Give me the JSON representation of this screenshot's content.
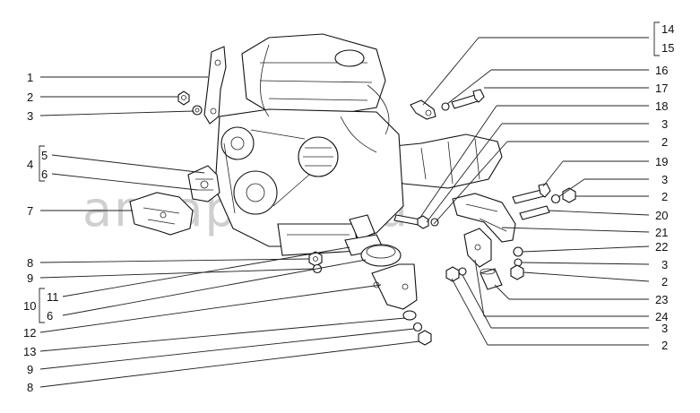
{
  "watermark": "ansaparts.ru",
  "labels_left": [
    "1",
    "2",
    "3",
    "4",
    "5",
    "6",
    "7",
    "8",
    "9",
    "10",
    "11",
    "6",
    "12",
    "13",
    "9",
    "8"
  ],
  "labels_right": [
    "14",
    "15",
    "16",
    "17",
    "18",
    "3",
    "2",
    "19",
    "3",
    "2",
    "20",
    "21",
    "22",
    "3",
    "2",
    "23",
    "24",
    "3",
    "2"
  ],
  "parts": [
    "bracket",
    "nut",
    "washer",
    "engine-mount",
    "support-bracket",
    "cushion",
    "bolt",
    "stud",
    "spacer",
    "engine-block",
    "gearbox"
  ]
}
